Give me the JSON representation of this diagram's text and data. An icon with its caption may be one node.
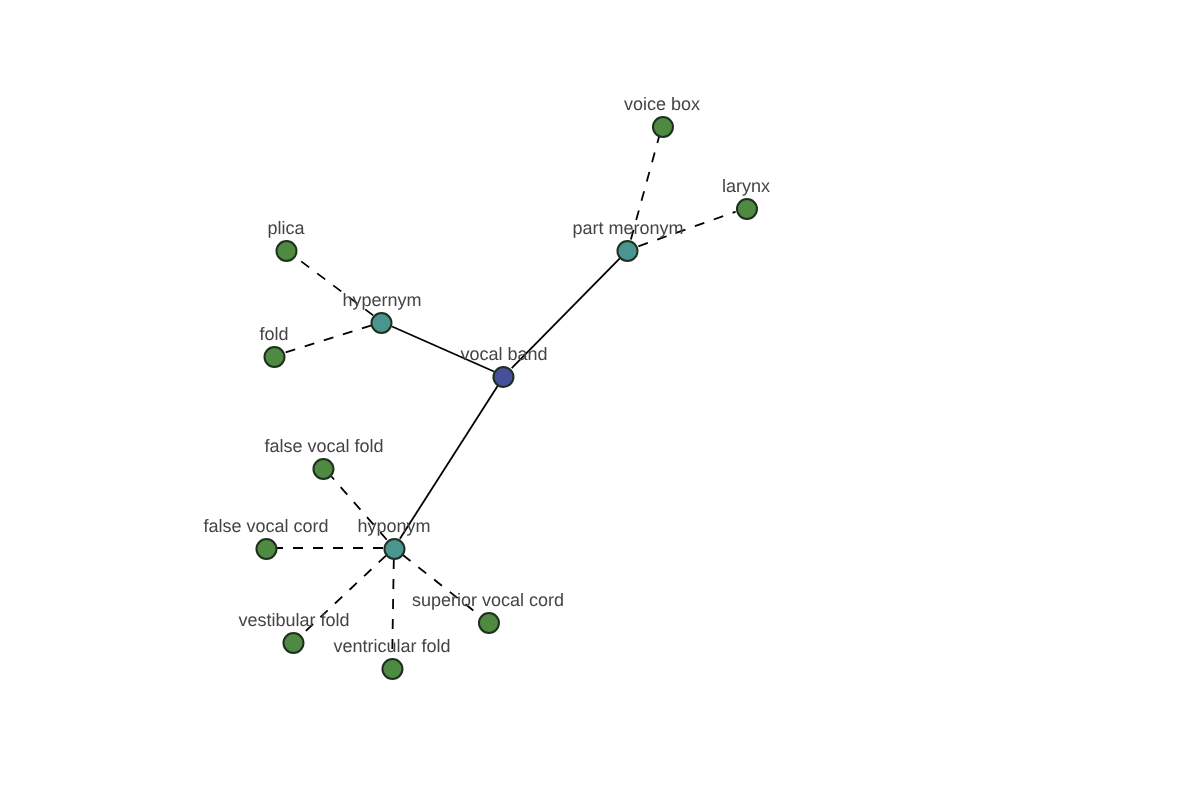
{
  "diagram": {
    "nodes": [
      {
        "text": [
          "voice box"
        ]
      },
      {
        "text": [
          "larynx"
        ]
      },
      {
        "text": [
          "part meronym"
        ]
      },
      {
        "text": [
          "plica"
        ]
      },
      {
        "text": [
          "hypernym"
        ]
      },
      {
        "text": [
          "fold"
        ]
      },
      {
        "text": [
          "vocal band"
        ]
      },
      {
        "text": [
          "false vocal fold"
        ]
      },
      {
        "text": [
          "false vocal cord"
        ]
      },
      {
        "text": [
          "hyponym"
        ]
      },
      {
        "text": [
          "superior vocal cord"
        ]
      },
      {
        "text": [
          "vestibular fold"
        ]
      },
      {
        "text": [
          "ventricular fold"
        ]
      }
    ],
    "edges": [
      {
        "from": 6,
        "to": 4,
        "arrow": "none"
      },
      {
        "from": 6,
        "to": 2,
        "arrow": "none"
      },
      {
        "from": 6,
        "to": 9,
        "arrow": "none"
      },
      {
        "from": 2,
        "to": 0,
        "arrow": "none",
        "style": "dashed"
      },
      {
        "from": 2,
        "to": 1,
        "arrow": "none",
        "style": "dashed"
      },
      {
        "from": 4,
        "to": 3,
        "arrow": "none",
        "style": "dashed"
      },
      {
        "from": 4,
        "to": 5,
        "arrow": "none",
        "style": "dashed"
      },
      {
        "from": 9,
        "to": 7,
        "arrow": "none",
        "style": "dashed"
      },
      {
        "from": 9,
        "to": 8,
        "arrow": "none",
        "style": "dashed"
      },
      {
        "from": 9,
        "to": 10,
        "arrow": "none",
        "style": "dashed"
      },
      {
        "from": 9,
        "to": 11,
        "arrow": "none",
        "style": "dashed"
      },
      {
        "from": 9,
        "to": 12,
        "arrow": "none",
        "style": "dashed"
      }
    ]
  }
}
